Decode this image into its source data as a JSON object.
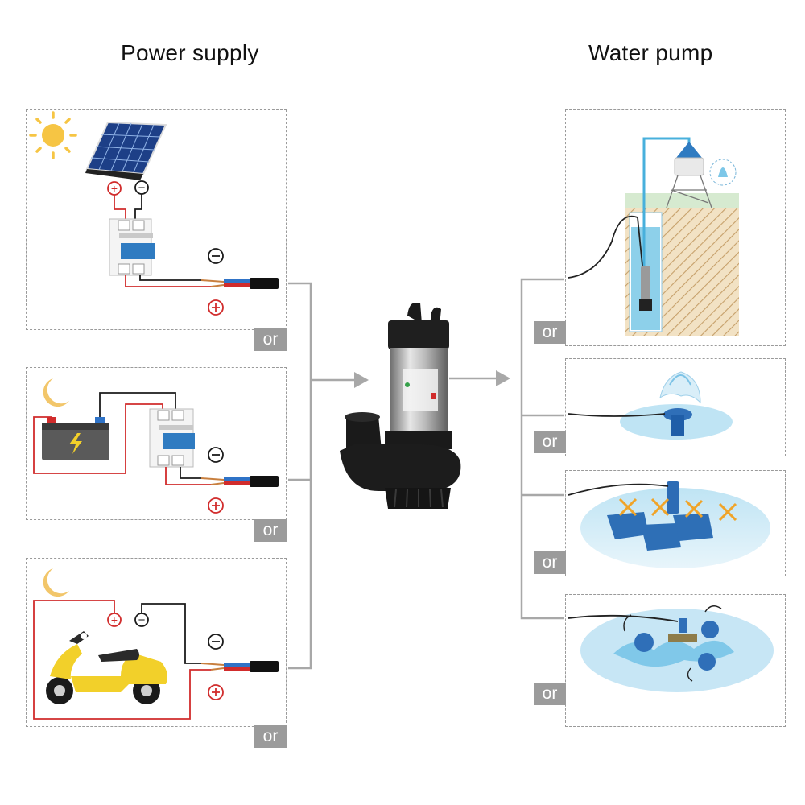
{
  "headings": {
    "power_supply": "Power supply",
    "water_pump": "Water pump"
  },
  "connector_label": "or",
  "symbols": {
    "positive": "⊕",
    "negative": "⊖"
  },
  "power_sources": [
    {
      "icon": "sun-icon",
      "device": "solar-panel"
    },
    {
      "icon": "moon-icon",
      "device": "battery"
    },
    {
      "icon": "moon-icon",
      "device": "electric-scooter"
    }
  ],
  "pump_applications": [
    {
      "icon": "well-with-water-tower"
    },
    {
      "icon": "fountain"
    },
    {
      "icon": "paddlewheel-aerator"
    },
    {
      "icon": "pond-aerator"
    }
  ],
  "colors": {
    "wire_red": "#d12c2c",
    "wire_black": "#1b1b1b",
    "dashed_border": "#9a9a9a",
    "or_badge": "#9b9b9b",
    "connector_line": "#a8a8a8",
    "water_blue": "#57b4de",
    "sun": "#f6c544",
    "moon": "#f2c66a",
    "scooter": "#f2d02a"
  }
}
